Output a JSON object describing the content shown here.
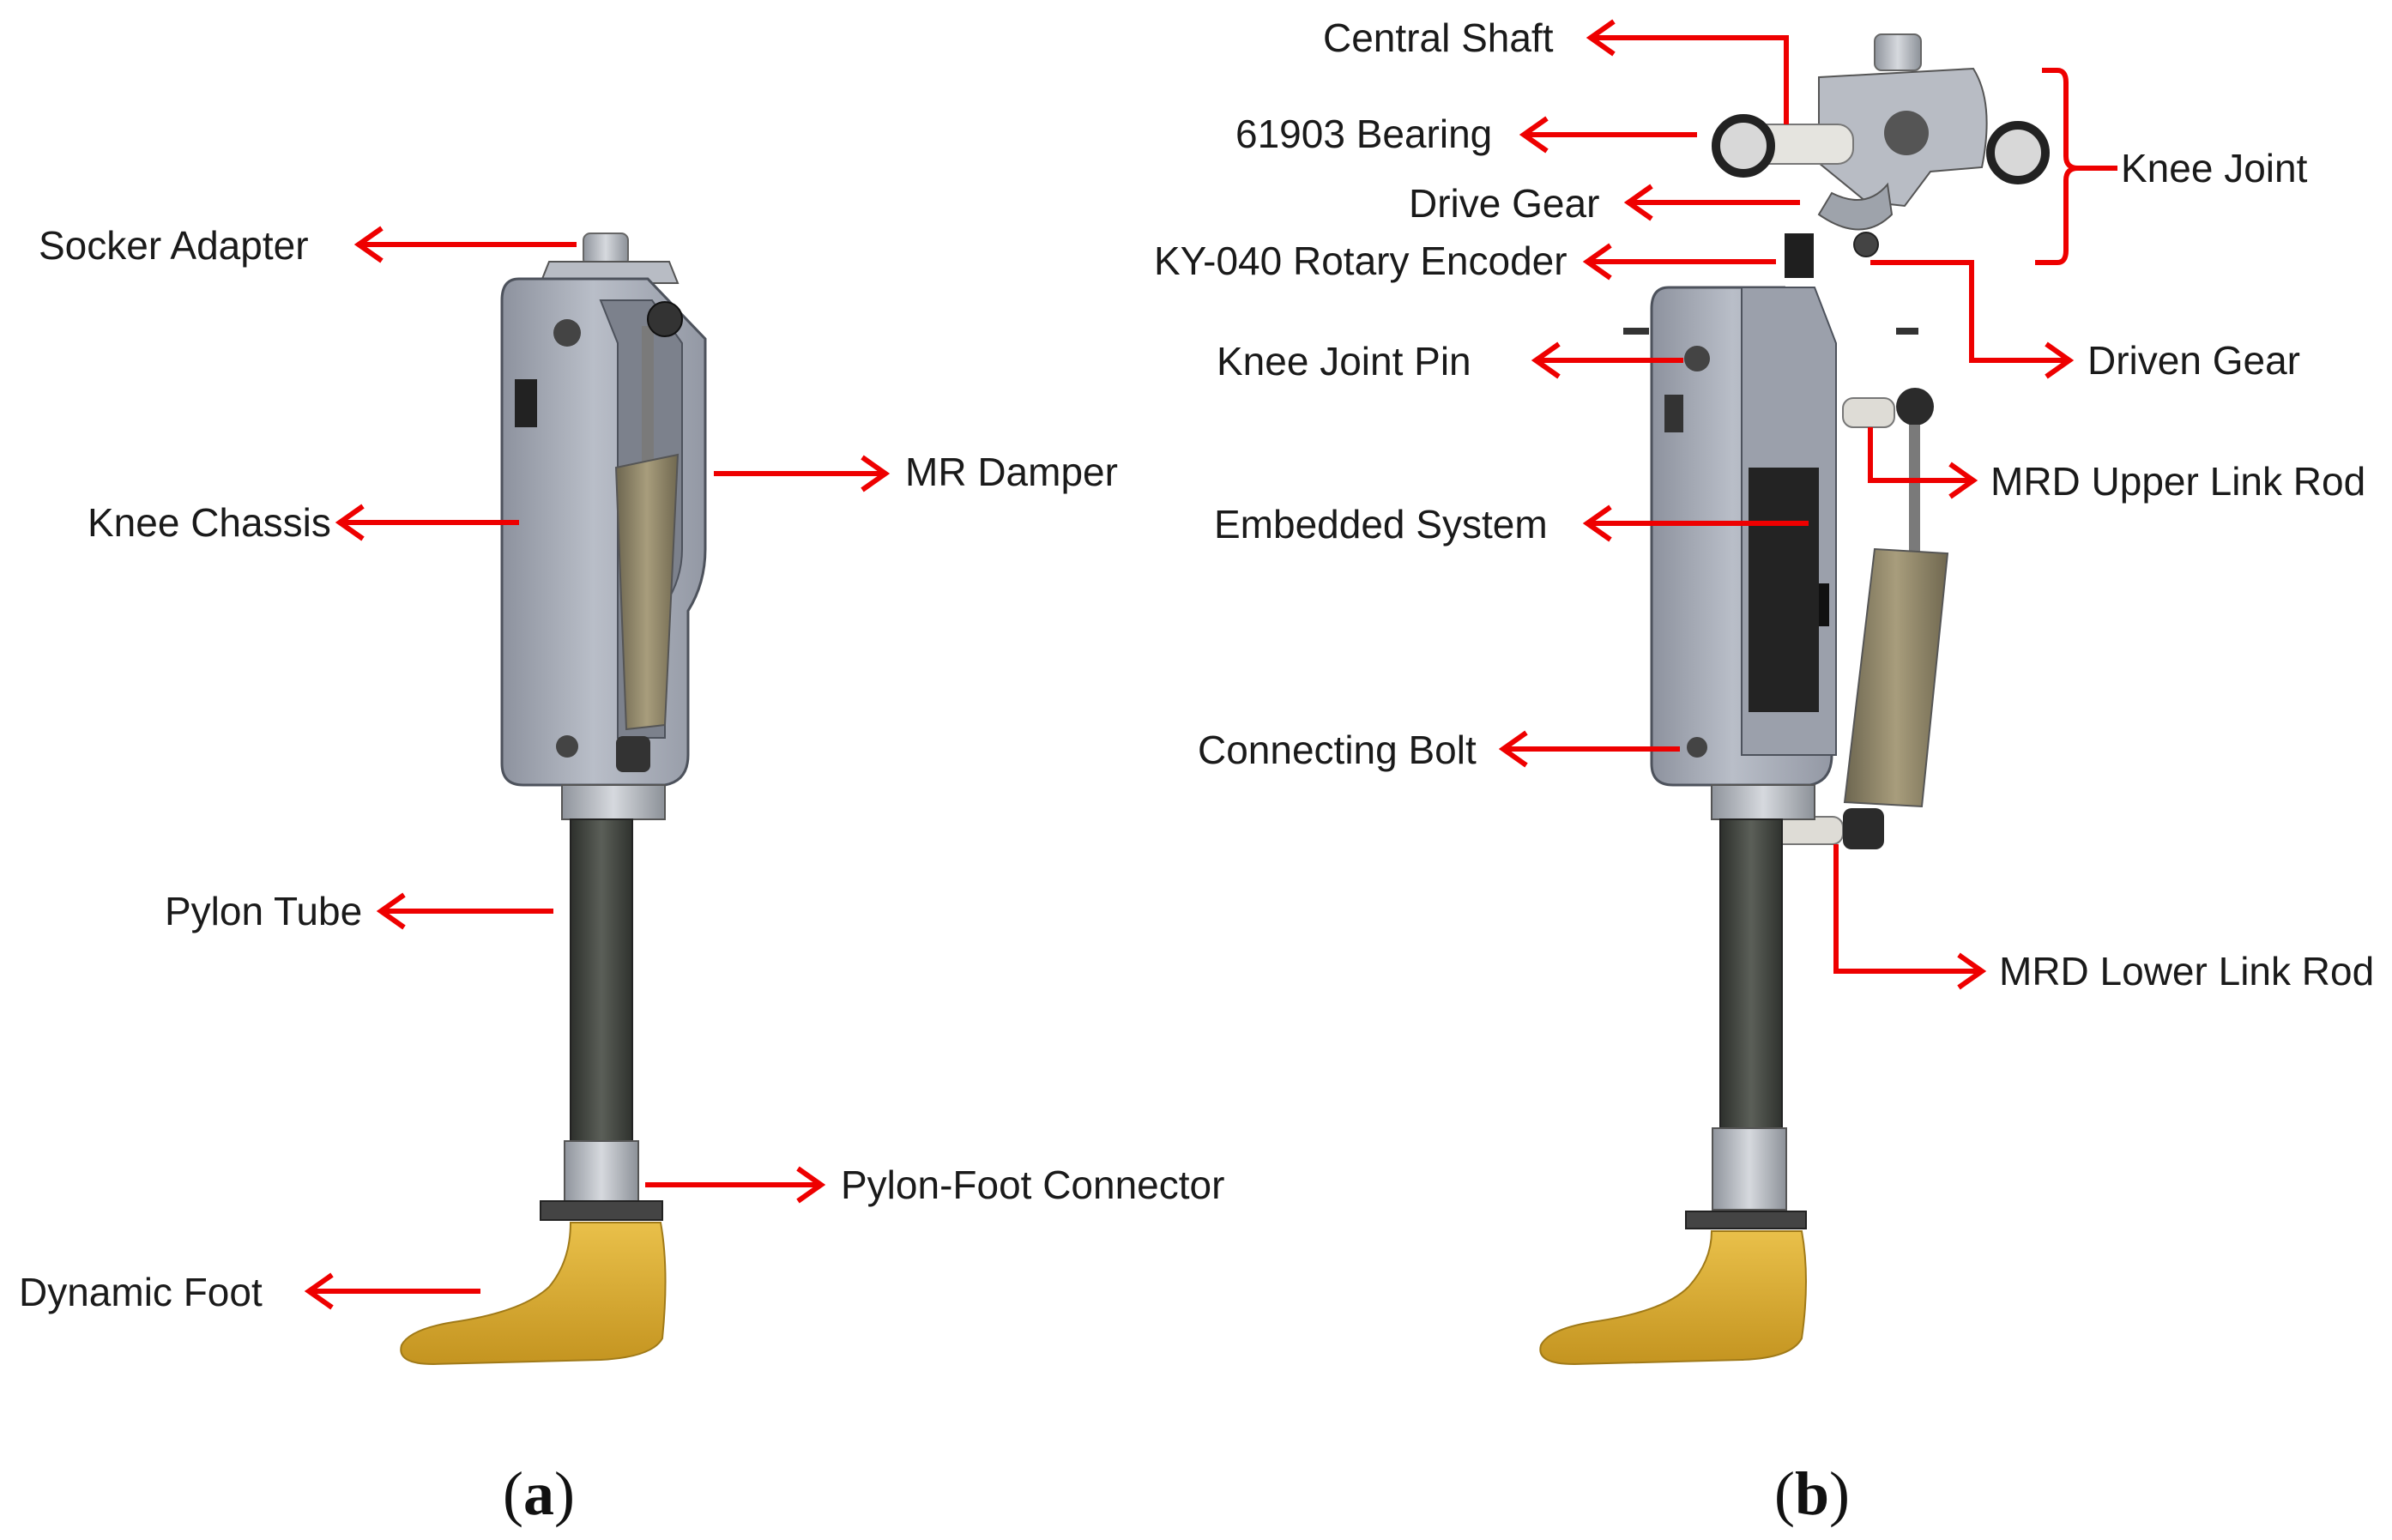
{
  "panel_a": {
    "labels": {
      "socket_adapter": "Socker Adapter",
      "knee_chassis": "Knee Chassis",
      "mr_damper": "MR Damper",
      "pylon_tube": "Pylon Tube",
      "pylon_foot_connector": "Pylon-Foot Connector",
      "dynamic_foot": "Dynamic Foot"
    },
    "caption": {
      "open": "(",
      "letter": "a",
      "close": ")"
    }
  },
  "panel_b": {
    "labels": {
      "central_shaft": "Central Shaft",
      "bearing": "61903 Bearing",
      "drive_gear": "Drive Gear",
      "rotary_encoder": "KY-040 Rotary Encoder",
      "knee_joint": "Knee Joint",
      "driven_gear": "Driven Gear",
      "knee_joint_pin": "Knee Joint Pin",
      "mrd_upper_link_rod": "MRD Upper Link Rod",
      "embedded_system": "Embedded System",
      "connecting_bolt": "Connecting Bolt",
      "mrd_lower_link_rod": "MRD Lower Link Rod"
    },
    "caption": {
      "open": "(",
      "letter": "b",
      "close": ")"
    }
  },
  "colors": {
    "arrow": "#ee0000",
    "chassis": "#a3a8b3",
    "chassis_dark": "#6f7480",
    "pylon": "#3b3f3a",
    "damper": "#8b8164",
    "foot": "#d9ad36",
    "embedded": "#222222"
  }
}
